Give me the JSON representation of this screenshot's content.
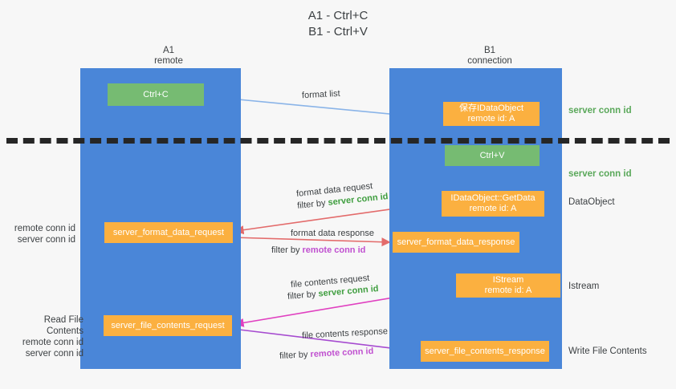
{
  "title": "A1 - Ctrl+C\nB1 - Ctrl+V",
  "lanes": [
    {
      "header": "A1\nremote",
      "name": "A1",
      "sub": "remote"
    },
    {
      "header": "B1\nconnection",
      "name": "B1",
      "sub": "connection"
    }
  ],
  "nodes": {
    "ctrl_c": "Ctrl+C",
    "save_idataobject": "保存IDataObject\nremote id: A",
    "ctrl_v": "Ctrl+V",
    "getdata": "IDataObject::GetData\nremote id: A",
    "server_format_data_request": "server_format_data_request",
    "server_format_data_response": "server_format_data_response",
    "istream": "IStream\nremote id: A",
    "server_file_contents_request": "server_file_contents_request",
    "server_file_contents_response": "server_file_contents_response"
  },
  "side_labels": {
    "server_conn_id_top": "server conn id",
    "server_conn_id_mid": "server conn id",
    "dataobject": "DataObject",
    "istream": "Istream",
    "write_file_contents": "Write File Contents",
    "read_file_contents": "Read File Contents",
    "remote_conn_id": "remote conn id",
    "server_conn_id": "server conn id"
  },
  "edge_labels": {
    "format_list": "format list",
    "format_data_request": "format data request",
    "filter_by_prefix": "filter by ",
    "server_conn_id": "server conn id",
    "format_data_response": "format data response",
    "remote_conn_id": "remote conn id",
    "file_contents_request": "file contents request",
    "file_contents_response": "file contents response"
  },
  "colors": {
    "lane": "#4a86d8",
    "green_node": "#76bb72",
    "orange_node": "#fbb040",
    "green_text": "#5aa85a",
    "purple_text": "#c050d0",
    "arrow_blue": "#8ab4e8",
    "arrow_red": "#e36b6b",
    "arrow_magenta": "#e040c0",
    "arrow_purple": "#a64bd0",
    "arrow_black": "#1a1a1a"
  }
}
